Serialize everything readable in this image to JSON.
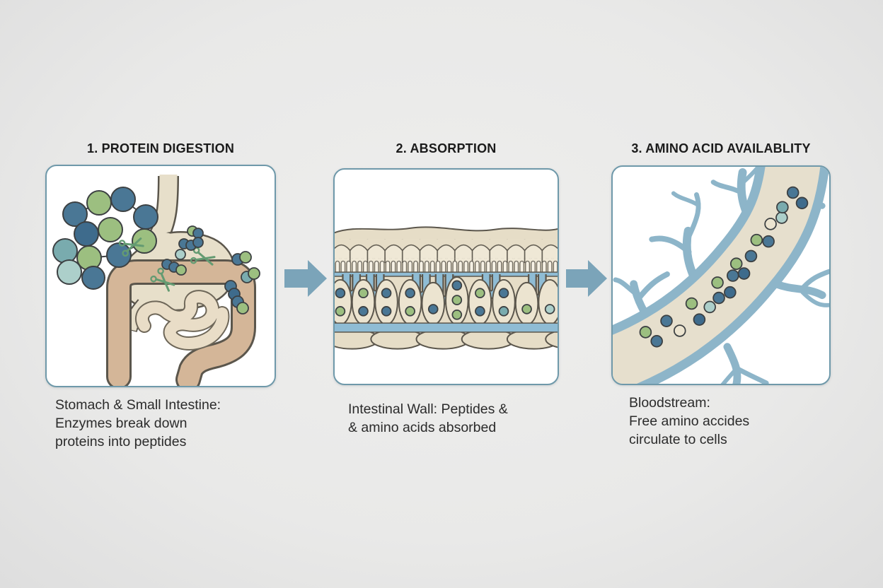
{
  "figure": {
    "kind": "three-step-process-diagram",
    "topic": "protein digestion and amino acid availability",
    "steps": [
      {
        "title": "1. PROTEIN DIGESTION",
        "caption": "Stomach & Small Intestine:\nEnzymes break down\nproteins into peptides",
        "illustration": "digestive-tract-with-protein-chain-enzyme-scissors-and-peptides"
      },
      {
        "title": "2. ABSORPTION",
        "caption": "Intestinal Wall: Peptides &\n& amino acids absorbed",
        "illustration": "intestinal-wall-cross-section-with-brush-border-cells-and-amino-acids"
      },
      {
        "title": "3. AMINO ACID AVAILABLITY",
        "caption": "Bloodstream:\nFree amino accides\ncirculate to cells",
        "illustration": "branching-blood-vessel-with-circulating-amino-acids"
      }
    ],
    "arrows": [
      {
        "name": "arrow-step1-to-step2",
        "direction": "right"
      },
      {
        "name": "arrow-step2-to-step3",
        "direction": "right"
      }
    ]
  },
  "palette": {
    "bg": "#e9e9e8",
    "panelBorder": "#6f99aa",
    "panelBg": "#ffffff",
    "arrow": "#7ba4b9",
    "ink": "#1b1b1b",
    "captionInk": "#2b2b2b",
    "aminoBlue": "#4a7795",
    "aminoBlueDark": "#3e6b8c",
    "aminoGreen": "#9cbf80",
    "aminoTeal": "#79abae",
    "aminoTealLight": "#accfca",
    "aminoCream": "#ece4d0",
    "outline": "#3c4042",
    "organBeige": "#e7dfca",
    "organOutline": "#5b564c",
    "intestineLarge": "#d4b698",
    "intestineSmall": "#e9ddc7",
    "intestineInnerOutline": "#6e6759",
    "wallBeige": "#e6ddc7",
    "wallBeigeLight": "#efe8d6",
    "wallBlue": "#8fbcd4",
    "vesselBlue": "#8db5c9",
    "vesselBeige": "#e6dfcd",
    "scissorsGreen": "#649b72"
  }
}
